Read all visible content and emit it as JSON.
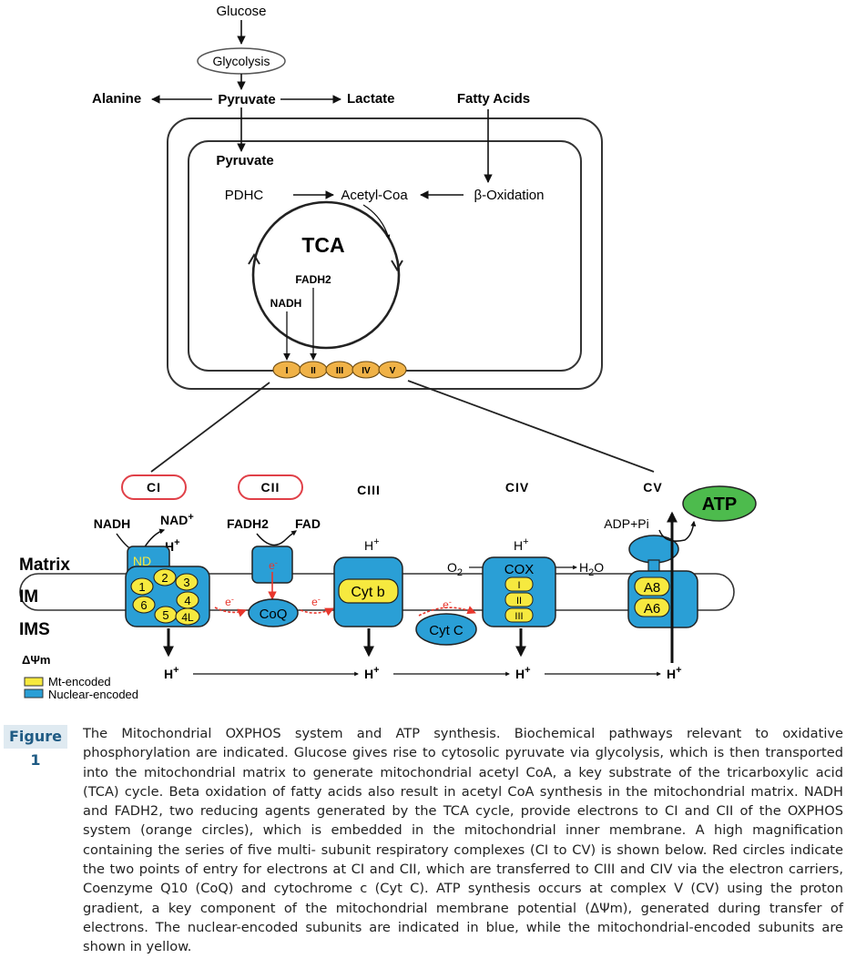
{
  "pathway": {
    "glucose": "Glucose",
    "glycolysis": "Glycolysis",
    "pyruvate_cytosol": "Pyruvate",
    "alanine": "Alanine",
    "lactate": "Lactate",
    "fatty_acids": "Fatty Acids",
    "pyruvate_matrix": "Pyruvate",
    "pdhc": "PDHC",
    "acetyl_coa": "Acetyl-Coa",
    "beta_oxidation": "β-Oxidation",
    "tca": "TCA",
    "fadh2": "FADH2",
    "nadh": "NADH"
  },
  "chain_units": [
    "I",
    "II",
    "III",
    "IV",
    "V"
  ],
  "complexes": {
    "ci": "CI",
    "cii": "CII",
    "ciii": "CIII",
    "civ": "CIV",
    "cv": "CV",
    "ci_subunits": [
      "1",
      "2",
      "3",
      "4",
      "5",
      "6",
      "4L"
    ],
    "nd": "ND",
    "cyt_b": "Cyt b",
    "coq": "CoQ",
    "cyt_c": "Cyt C",
    "cox": "COX",
    "cox_subunits": [
      "I",
      "II",
      "III"
    ],
    "cv_subunits": [
      "A8",
      "A6"
    ],
    "electron": "e",
    "electron_sup": "-"
  },
  "labels": {
    "nadh": "NADH",
    "nad_plus": "NAD",
    "plus": "+",
    "fadh2": "FADH2",
    "fad": "FAD",
    "h": "H",
    "o2": "O",
    "o2_sub": "2",
    "h2o": "H",
    "h2o_sub": "2",
    "h2o_tail": "O",
    "adp_pi": "ADP+Pi",
    "atp": "ATP",
    "matrix": "Matrix",
    "im": "IM",
    "ims": "IMS",
    "delta_psi": "ΔΨm"
  },
  "legend": {
    "mt_encoded": "Mt-encoded",
    "nuclear_encoded": "Nuclear-encoded"
  },
  "caption": {
    "label": "Figure 1",
    "text": "The Mitochondrial OXPHOS system and ATP synthesis. Biochemical pathways relevant to oxidative phosphorylation are indicated. Glucose gives rise to cytosolic pyruvate via glycolysis, which is then transported into the mitochondrial matrix to generate mitochondrial acetyl CoA, a key substrate of the tricarboxylic acid (TCA) cycle. Beta oxidation of fatty acids also result in acetyl CoA synthesis in the mitochondrial matrix. NADH and FADH2, two reducing agents generated by the TCA cycle, provide electrons to CI and CII of the OXPHOS system (orange circles), which is embedded in the mitochondrial inner membrane. A high magnification containing the series of five multi- subunit respiratory complexes (CI to CV) is shown below. Red circles indicate the two points of entry for electrons at CI and CII, which are transferred to CIII and CIV via the electron carriers, Coenzyme Q10 (CoQ) and cytochrome c (Cyt C). ATP synthesis occurs at complex V (CV) using the proton gradient, a key component of the mitochondrial membrane potential (ΔΨm), generated during transfer of electrons. The nuclear-encoded subunits are indicated in blue, while the mitochondrial-encoded subunits are shown in yellow."
  },
  "colors": {
    "nuclear_blue": "#2a9fd6",
    "mt_yellow": "#f6e93f",
    "chain_orange": "#f0b247",
    "electron_red": "#e8362c",
    "atp_green": "#4dbb4d",
    "label_blue": "#1f5b84",
    "label_bg": "#dfeaf1"
  }
}
